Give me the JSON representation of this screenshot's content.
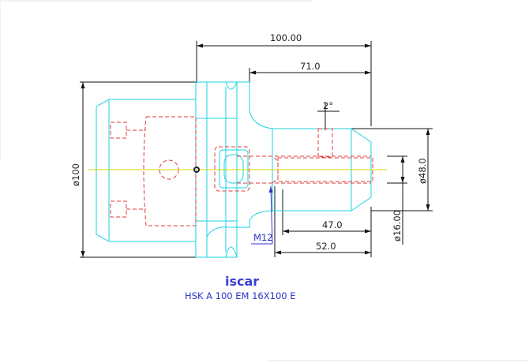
{
  "drawing": {
    "colors": {
      "outline": "#19d3e0",
      "hidden": "#e23a3a",
      "dimension": "#111111",
      "centerline": "#d8d800",
      "thread_leader": "#2a34c8",
      "text_blue": "#2a34c8",
      "logo": "#3c3fd6"
    },
    "dimensions": {
      "overall_length": "100.00",
      "body_length": "71.0",
      "angle": "2°",
      "outer_diameter": "ø100",
      "nose_diameter": "ø48.0",
      "bore_diameter": "ø16.00",
      "bore_depth": "47.0",
      "clamp_length": "52.0",
      "thread": "M12"
    },
    "logo_text": "iscar",
    "caption": "HSK A 100 EM 16X100 E"
  }
}
